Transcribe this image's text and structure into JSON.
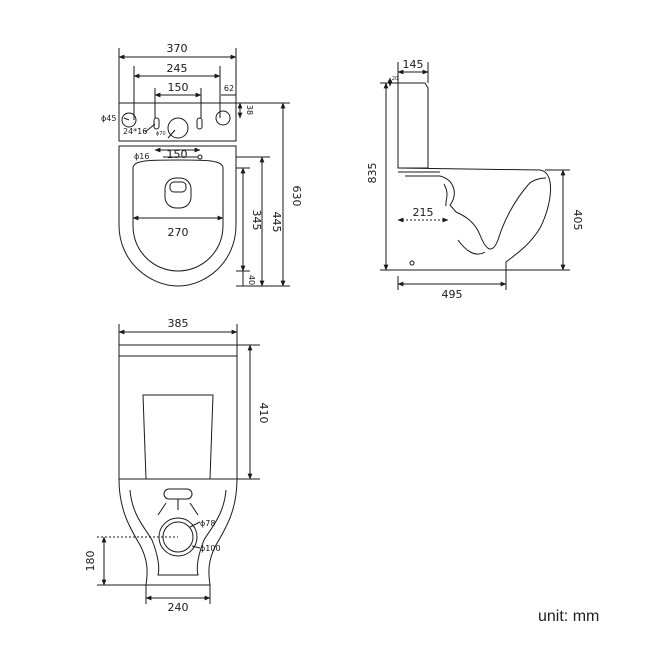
{
  "colors": {
    "line": "#1a1a1a",
    "dash": "#222222",
    "background": "#ffffff"
  },
  "top_view": {
    "width_total": "370",
    "hole_spacing_outer": "245",
    "hole_spacing_inner": "150",
    "offset_right": "62",
    "tank_depth": "38",
    "button_hole_dia": "ϕ45",
    "slot_size": "24*16",
    "small_hole_dia": "ϕ70",
    "fixing_spacing": "150",
    "fixing_hole_dia": "ϕ16",
    "seat_width": "270",
    "seat_length": "345",
    "bowl_length": "445",
    "total_length": "630",
    "rear_offset": "40"
  },
  "side_view": {
    "tank_width": "145",
    "top_gap": "20",
    "total_height": "835",
    "seat_height": "405",
    "outlet_offset": "215",
    "base_depth": "495"
  },
  "front_view": {
    "tank_width": "385",
    "tank_height": "410",
    "inlet_dia": "ϕ78",
    "outlet_dia": "ϕ100",
    "outlet_height": "180",
    "foot_width": "240"
  },
  "unit_label": "unit: mm"
}
